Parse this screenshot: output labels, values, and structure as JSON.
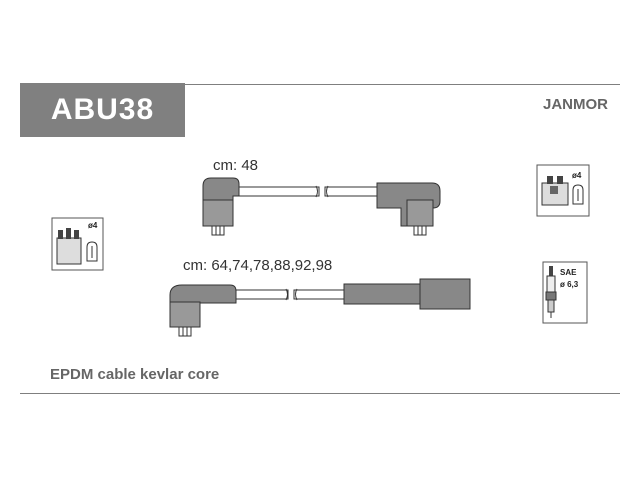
{
  "header": {
    "code": "ABU38",
    "brand": "JANMOR"
  },
  "wire1": {
    "label": "cm: 48"
  },
  "wire2": {
    "label": "cm: 64,74,78,88,92,98"
  },
  "icons": {
    "distributor_terminal": "ø4",
    "coil_terminal": "ø4",
    "spark_plug_type": "SAE",
    "spark_plug_size": "ø 6,3"
  },
  "footer": {
    "note": "EPDM cable kevlar core"
  }
}
